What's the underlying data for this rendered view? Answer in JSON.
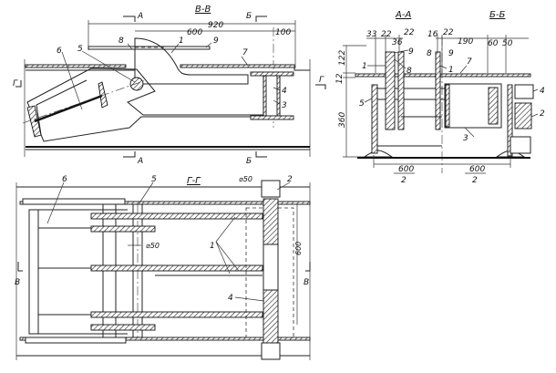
{
  "view_top": {
    "title": "В-В",
    "dims": {
      "overall": "920",
      "inner": "600",
      "offset": "100"
    },
    "section_marks": {
      "a_top": "А",
      "a_bottom": "А",
      "b_top": "Б",
      "b_bottom": "Б",
      "g_left": "Г",
      "g_right": "Г"
    },
    "callouts": [
      "1",
      "3",
      "4",
      "5",
      "6",
      "7",
      "8",
      "9"
    ]
  },
  "view_sections": {
    "title_a": "А-А",
    "title_b": "Б-Б",
    "dims_top": [
      "33",
      "22",
      "36",
      "22",
      "16",
      "22",
      "190",
      "60",
      "50"
    ],
    "dims_left": [
      "122",
      "12",
      "360"
    ],
    "dims_bottom": {
      "left": "600",
      "left_div": "2",
      "right": "600",
      "right_div": "2"
    },
    "callouts": [
      "1",
      "9",
      "8",
      "5",
      "8",
      "9",
      "1",
      "7",
      "4",
      "2",
      "3"
    ]
  },
  "view_plan": {
    "title": "Г-Г",
    "dims": {
      "shaft_dia": "⌀50",
      "pin_dia": "⌀50",
      "width": "600"
    },
    "section_marks": {
      "left": "В",
      "right": "В"
    },
    "callouts": [
      "6",
      "5",
      "2",
      "1",
      "4"
    ]
  }
}
